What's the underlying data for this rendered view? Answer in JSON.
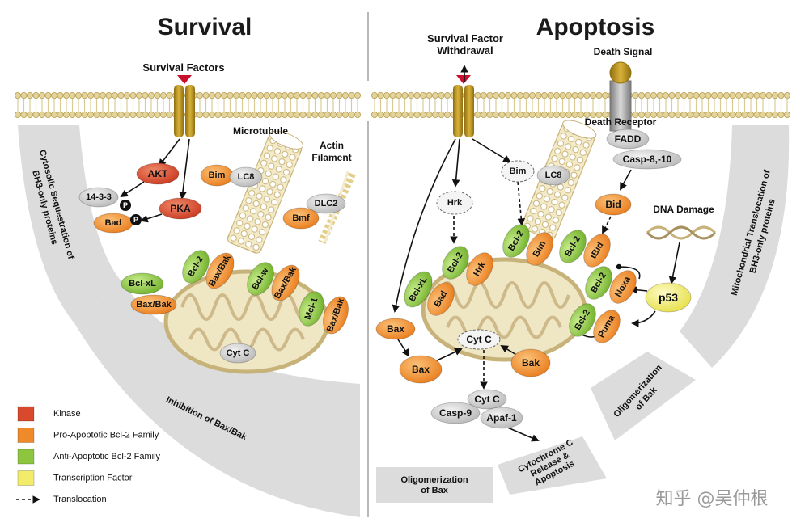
{
  "titles": {
    "left": "Survival",
    "right": "Apoptosis"
  },
  "labels": {
    "survival_factors": "Survival Factors",
    "sf_withdrawal_1": "Survival Factor",
    "sf_withdrawal_2": "Withdrawal",
    "death_signal": "Death Signal",
    "death_receptor": "Death Receptor",
    "microtubule": "Microtubule",
    "actin_1": "Actin",
    "actin_2": "Filament",
    "dna_damage": "DNA Damage"
  },
  "nodes": {
    "akt": "AKT",
    "pka": "PKA",
    "p1433": "14-3-3",
    "bad_l": "Bad",
    "p": "P",
    "bim_l": "Bim",
    "lc8_l": "LC8",
    "dlc2": "DLC2",
    "bmf": "Bmf",
    "bcl2_l": "Bcl-2",
    "baxbak_1": "Bax/Bak",
    "bclw": "Bcl-w",
    "baxbak_2": "Bax/Bak",
    "bclxl_l": "Bcl-xL",
    "baxbak_3": "Bax/Bak",
    "mcl1": "Mcl-1",
    "baxbak_4": "Bax/Bak",
    "cytc_l": "Cyt C",
    "hrk_c": "Hrk",
    "bim_c": "Bim",
    "lc8_r": "LC8",
    "fadd": "FADD",
    "casp810": "Casp-8,-10",
    "bid": "Bid",
    "bcl2_r1": "Bcl-2",
    "hrk_r": "Hrk",
    "bcl2_r2": "Bcl-2",
    "bim_r": "Bim",
    "bcl2_r3": "Bcl-2",
    "tbid": "tBid",
    "bclxl_r": "Bcl-xL",
    "bad_r": "Bad",
    "bcl2_r4": "Bcl-2",
    "noxa": "Noxa",
    "bcl2_r5": "Bcl-2",
    "puma": "Puma",
    "p53": "p53",
    "bax_single": "Bax",
    "bax_olig": "Bax",
    "bak_olig": "Bak",
    "cytc_r": "Cyt C",
    "cytc_out": "Cyt C",
    "casp9": "Casp-9",
    "apaf1": "Apaf-1"
  },
  "bands": {
    "left_arc_1": "Cytosolic Sequestration of",
    "left_arc_2": "BH3-only proteins",
    "inhibition": "Inhibition of Bax/Bak",
    "olig_bax_1": "Oligomerization",
    "olig_bax_2": "of Bax",
    "cytc_release_1": "Cytochrome C",
    "cytc_release_2": "Release &",
    "cytc_release_3": "Apoptosis",
    "olig_bak_1": "Oligomerization",
    "olig_bak_2": "of Bak",
    "right_arc_1": "Mitochondrial Translocation of",
    "right_arc_2": "BH3-only proteins"
  },
  "legend": [
    {
      "label": "Kinase",
      "color": "#d94a2c"
    },
    {
      "label": "Pro-Apoptotic Bcl-2 Family",
      "color": "#ef8a2a"
    },
    {
      "label": "Anti-Apoptotic Bcl-2 Family",
      "color": "#8cc63f"
    },
    {
      "label": "Transcription Factor",
      "color": "#f2ec6a"
    },
    {
      "label": "Translocation",
      "color": ""
    }
  ],
  "watermark": "知乎 @吴仲根",
  "colors": {
    "kinase": "#d94a2c",
    "pro_apoptotic": "#ef8a2a",
    "anti_apoptotic": "#8cc63f",
    "transcription": "#f2ec6a",
    "membrane": "#d8c98a",
    "band": "#dcdcdc",
    "mitochondrion": "#efe6c4",
    "receptor": "#c9a227"
  }
}
